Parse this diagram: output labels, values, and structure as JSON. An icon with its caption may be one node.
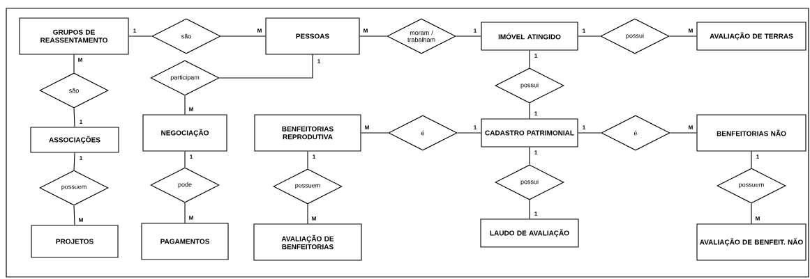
{
  "diagram": {
    "nodes": [
      {
        "text": [
          "GRUPOS DE REASSENTAMENTO"
        ]
      },
      {
        "text": [
          "são"
        ]
      },
      {
        "text": [
          "PESSOAS"
        ]
      },
      {
        "text": [
          "moram / trabalham"
        ]
      },
      {
        "text": [
          "IMÓVEL ATINGIDO"
        ]
      },
      {
        "text": [
          "possui"
        ]
      },
      {
        "text": [
          "AVALIAÇÃO DE TERRAS"
        ]
      },
      {
        "text": [
          "são"
        ]
      },
      {
        "text": [
          "participam"
        ]
      },
      {
        "text": [
          "possui"
        ]
      },
      {
        "text": [
          "ASSOCIAÇÕES"
        ]
      },
      {
        "text": [
          "NEGOCIAÇÃO"
        ]
      },
      {
        "text": [
          "BENFEITORIAS REPRODUTIVA"
        ]
      },
      {
        "text": [
          "é"
        ]
      },
      {
        "text": [
          "CADASTRO PATRIMONIAL"
        ]
      },
      {
        "text": [
          "é"
        ]
      },
      {
        "text": [
          "BENFEITORIAS NÃO"
        ]
      },
      {
        "text": [
          "possuem"
        ]
      },
      {
        "text": [
          "pode"
        ]
      },
      {
        "text": [
          "possuem"
        ]
      },
      {
        "text": [
          "possui"
        ]
      },
      {
        "text": [
          "possuem"
        ]
      },
      {
        "text": [
          "PROJETOS"
        ]
      },
      {
        "text": [
          "PAGAMENTOS"
        ]
      },
      {
        "text": [
          "AVALIAÇÃO DE BENFEITORIAS"
        ]
      },
      {
        "text": [
          "LAUDO DE AVALIAÇÃO"
        ]
      },
      {
        "text": [
          "AVALIAÇÃO DE BENFEIT. NÃO"
        ]
      }
    ],
    "edges": [
      {
        "from": 0,
        "to": 1,
        "arrow": "none",
        "label": "1"
      },
      {
        "from": 1,
        "to": 2,
        "arrow": "none",
        "label": "M"
      },
      {
        "from": 2,
        "to": 3,
        "arrow": "none",
        "label": "M"
      },
      {
        "from": 3,
        "to": 4,
        "arrow": "none",
        "label": "1"
      },
      {
        "from": 4,
        "to": 5,
        "arrow": "none",
        "label": "1"
      },
      {
        "from": 5,
        "to": 6,
        "arrow": "none",
        "label": "M"
      },
      {
        "from": 0,
        "to": 7,
        "arrow": "none",
        "label": "M"
      },
      {
        "from": 7,
        "to": 10,
        "arrow": "none",
        "label": "1"
      },
      {
        "from": 2,
        "to": 8,
        "arrow": "none",
        "label": "1"
      },
      {
        "from": 8,
        "to": 11,
        "arrow": "none",
        "label": "M"
      },
      {
        "from": 4,
        "to": 9,
        "arrow": "none",
        "label": "1"
      },
      {
        "from": 9,
        "to": 14,
        "arrow": "none",
        "label": "1"
      },
      {
        "from": 12,
        "to": 13,
        "arrow": "none",
        "label": "M"
      },
      {
        "from": 13,
        "to": 14,
        "arrow": "none",
        "label": "1"
      },
      {
        "from": 14,
        "to": 15,
        "arrow": "none",
        "label": "1"
      },
      {
        "from": 15,
        "to": 16,
        "arrow": "none",
        "label": "M"
      },
      {
        "from": 10,
        "to": 17,
        "arrow": "none",
        "label": "1"
      },
      {
        "from": 17,
        "to": 22,
        "arrow": "none",
        "label": "M"
      },
      {
        "from": 11,
        "to": 18,
        "arrow": "none",
        "label": "1"
      },
      {
        "from": 18,
        "to": 23,
        "arrow": "none",
        "label": "M"
      },
      {
        "from": 12,
        "to": 19,
        "arrow": "none",
        "label": "1"
      },
      {
        "from": 19,
        "to": 24,
        "arrow": "none",
        "label": "M"
      },
      {
        "from": 14,
        "to": 20,
        "arrow": "none",
        "label": "1"
      },
      {
        "from": 20,
        "to": 25,
        "arrow": "none",
        "label": "1"
      },
      {
        "from": 16,
        "to": 21,
        "arrow": "none",
        "label": "1"
      },
      {
        "from": 21,
        "to": 26,
        "arrow": "none",
        "label": "M"
      }
    ]
  }
}
